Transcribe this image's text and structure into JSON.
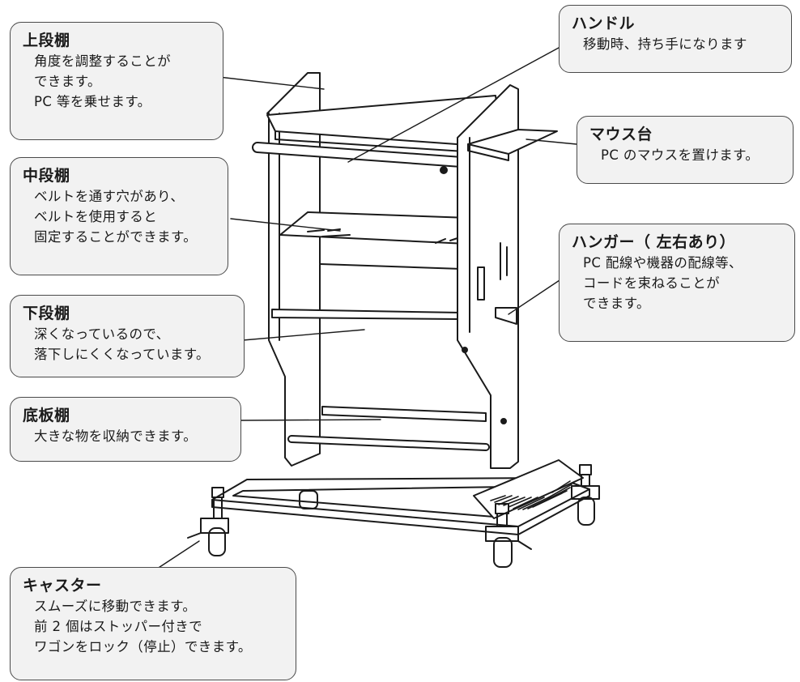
{
  "callouts": {
    "upper_shelf": {
      "title": "上段棚",
      "lines": [
        "角度を調整することが",
        "できます。",
        "PC 等を乗せます。"
      ]
    },
    "middle_shelf": {
      "title": "中段棚",
      "lines": [
        "ベルトを通す穴があり、",
        "ベルトを使用すると",
        "固定することができます。"
      ]
    },
    "lower_shelf": {
      "title": "下段棚",
      "lines": [
        "深くなっているので、",
        "落下しにくくなっています。"
      ]
    },
    "bottom_shelf": {
      "title": "底板棚",
      "lines": [
        "大きな物を収納できます。"
      ]
    },
    "caster": {
      "title": "キャスター",
      "lines": [
        "スムーズに移動できます。",
        "前 2 個はストッパー付きで",
        "ワゴンをロック（停止）できます。"
      ]
    },
    "handle": {
      "title": "ハンドル",
      "lines": [
        "移動時、持ち手になります"
      ]
    },
    "mouse_stand": {
      "title": "マウス台",
      "lines": [
        "PC のマウスを置けます。"
      ]
    },
    "hanger": {
      "title": "ハンガー（ 左右あり）",
      "lines": [
        "PC 配線や機器の配線等、",
        "コードを束ねることが",
        "できます。"
      ]
    }
  },
  "colors": {
    "bubble_fill": "#f2f2f2",
    "bubble_border": "#4a4a4a",
    "line_art": "#1a1a1a"
  }
}
